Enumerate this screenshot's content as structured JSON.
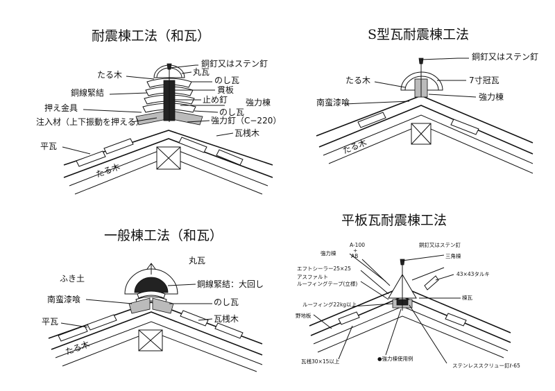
{
  "panels": {
    "top_left": {
      "title": "耐震棟工法（和瓦）",
      "labels": {
        "copper_nail": "銅釘又はステン釘",
        "marugawara": "丸瓦",
        "taruki": "たる木",
        "noshigawara_top": "のし瓦",
        "wire": "銅線緊結",
        "nuki": "貫板",
        "tomekugi": "止め釘",
        "kyoryokumune": "強力棟",
        "osae": "押え金具",
        "noshigawara_low": "のし瓦",
        "chunyu": "注入材（上下振動を押える）",
        "kyoryokukugi": "強力釘（C−220）",
        "sanki": "瓦桟木",
        "hiragawara": "平瓦",
        "taruki_rafter": "たる木"
      }
    },
    "top_right": {
      "title": "S型瓦耐震棟工法",
      "labels": {
        "copper_nail": "銅釘又はステン釘",
        "taruki": "たる木",
        "kanmuri": "7寸冠瓦",
        "nanban": "南蛮漆喰",
        "kyoryokumune": "強力棟",
        "taruki_rafter": "たる木"
      }
    },
    "bottom_left": {
      "title": "一般棟工法（和瓦）",
      "labels": {
        "marugawara": "丸瓦",
        "fukitsuchi": "ふき土",
        "wire": "銅線緊結：大回し",
        "nanban": "南蛮漆喰",
        "noshigawara": "のし瓦",
        "hiragawara": "平瓦",
        "sanki": "瓦桟木",
        "taruki_rafter": "たる木"
      }
    },
    "bottom_right": {
      "title": "平板瓦耐震棟工法",
      "labels": {
        "kyoryokumune": "強力棟",
        "a100": "A-100",
        "plus": "+",
        "ab": "AB",
        "copper_nail": "銅釘又はステン釘",
        "sankakumune": "三角棟",
        "eft": "エフトシーラー25×25",
        "asphalt": "アスファルト",
        "roofing_tape": "ルーフィングテープ(立様)",
        "taruki_size": "43×43タルキ",
        "munegawara": "棟瓦",
        "roofing": "ルーフィング22kg以上",
        "nojiita": "野地板",
        "sanki_size": "瓦桟30×15以上",
        "example": "●強力棟使用例",
        "screw": "ステンレススクリュー釘ℓ-65"
      }
    }
  }
}
